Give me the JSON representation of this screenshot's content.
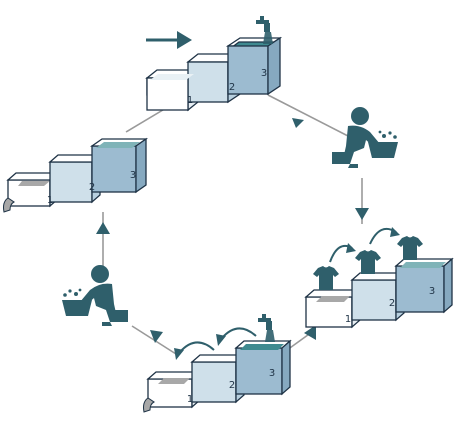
{
  "colors": {
    "teal": "#2f5f6b",
    "water": "#3f8a90",
    "water_light": "#7fb3b8",
    "box_white": "#ffffff",
    "box_light": "#cfe0ea",
    "box_mid": "#9cbbd0",
    "outline": "#1f3346",
    "cycle_line": "#9a9a9a",
    "gray_water": "#a8a8a8"
  },
  "stations": {
    "top": {
      "labels": [
        "1",
        "2",
        "3"
      ]
    },
    "left": {
      "labels": [
        "1",
        "2",
        "3"
      ]
    },
    "right": {
      "labels": [
        "1",
        "2",
        "3"
      ]
    },
    "bottom": {
      "labels": [
        "1",
        "2",
        "3"
      ]
    }
  },
  "icons": {
    "direction_arrow": "right-arrow-icon",
    "faucet": "faucet-icon",
    "person_washing": "person-washing-icon",
    "shirt": "shirt-icon",
    "drain": "drain-spout-icon"
  }
}
